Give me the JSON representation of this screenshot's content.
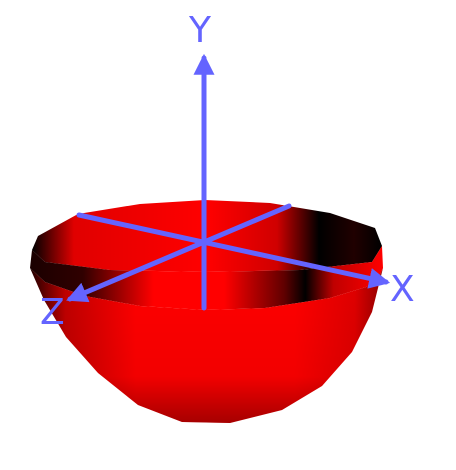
{
  "scene": {
    "axes": {
      "x_label": "X",
      "y_label": "Y",
      "z_label": "Z",
      "color": "#6464ff"
    },
    "surface": {
      "shape": "hemispherical bowl",
      "color": "#ff0000",
      "shadow_color": "#000000"
    },
    "background": "#ffffff"
  }
}
